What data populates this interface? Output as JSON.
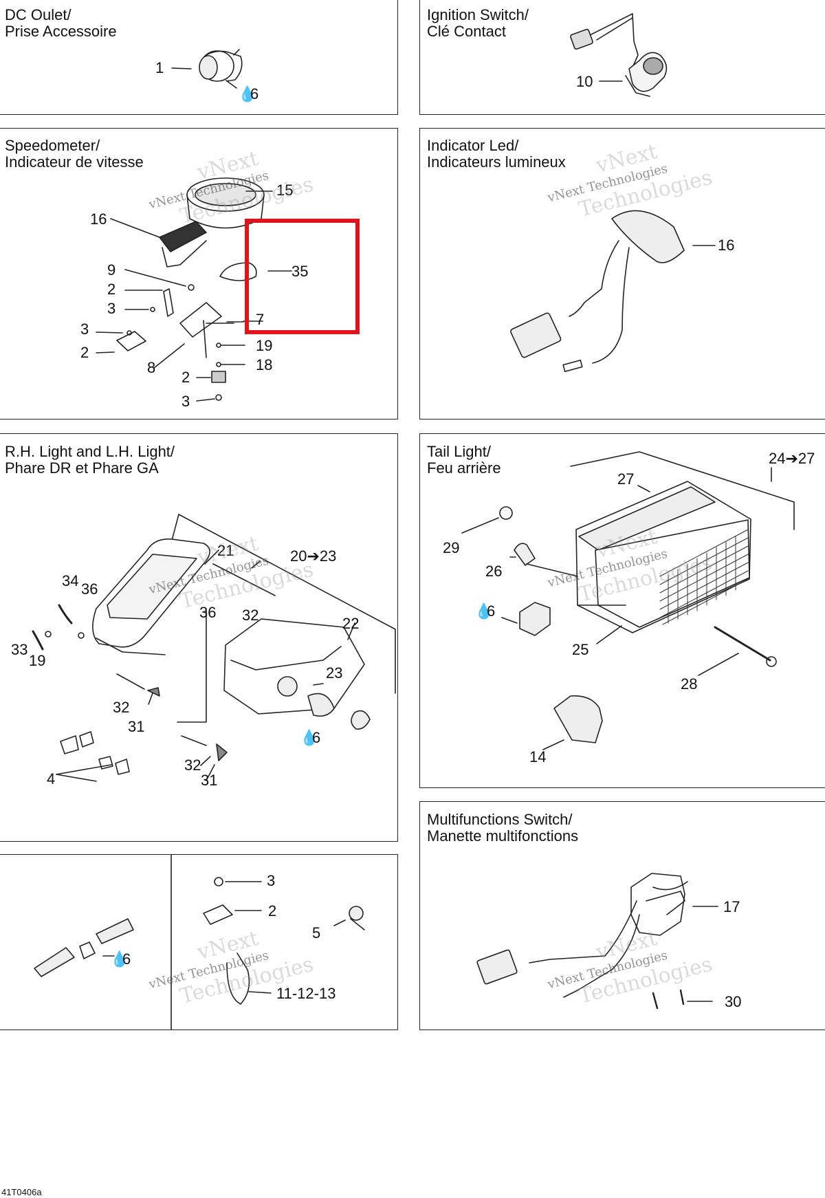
{
  "panels": {
    "dc_outlet": {
      "title": "DC Oulet/\nPrise Accessoire",
      "labels": [
        "1",
        "6"
      ]
    },
    "ignition": {
      "title": "Ignition Switch/\nClé Contact",
      "labels": [
        "10"
      ]
    },
    "speedometer": {
      "title": "Speedometer/\nIndicateur de vitesse",
      "labels": [
        "15",
        "16",
        "9",
        "35",
        "2",
        "3",
        "7",
        "3",
        "2",
        "8",
        "19",
        "18",
        "2",
        "3"
      ]
    },
    "indicator": {
      "title": "Indicator Led/\nIndicateurs lumineux",
      "labels": [
        "16"
      ]
    },
    "lights": {
      "title": "R.H. Light and L.H. Light/\nPhare DR et Phare GA",
      "labels": [
        "21",
        "20➔23",
        "34",
        "36",
        "36",
        "32",
        "22",
        "33",
        "19",
        "23",
        "32",
        "31",
        "6",
        "32",
        "31",
        "4"
      ]
    },
    "tail": {
      "title": "Tail Light/\nFeu arrière",
      "labels": [
        "24➔27",
        "27",
        "29",
        "26",
        "6",
        "25",
        "28",
        "14"
      ]
    },
    "multi": {
      "title": "Multifunctions Switch/\nManette multifonctions",
      "labels": [
        "17",
        "30"
      ]
    },
    "misc": {
      "labels": [
        "6",
        "3",
        "2",
        "5",
        "11-12-13"
      ]
    }
  },
  "watermark": {
    "line1": "vNext Technologies",
    "line2": "Technologies",
    "line0": "vNext"
  },
  "ref_code": "41T0406a",
  "highlight_color": "#e0141c"
}
